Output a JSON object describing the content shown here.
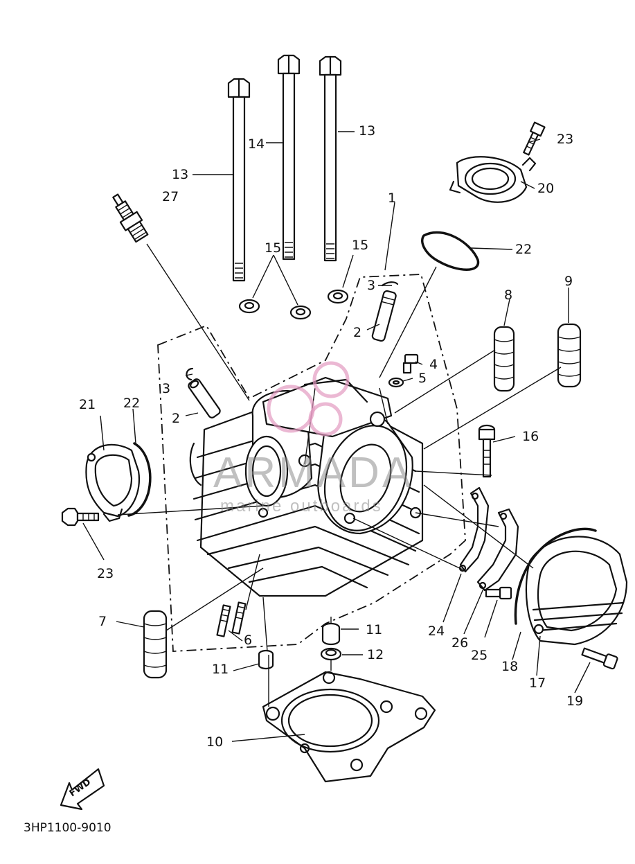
{
  "diagram": {
    "part_labels": {
      "p1": "1",
      "p2a": "2",
      "p2b": "2",
      "p3a": "3",
      "p3b": "3",
      "p4": "4",
      "p5": "5",
      "p6": "6",
      "p7": "7",
      "p8": "8",
      "p9": "9",
      "p10": "10",
      "p11a": "11",
      "p11b": "11",
      "p12": "12",
      "p13a": "13",
      "p13b": "13",
      "p14": "14",
      "p15a": "15",
      "p15b": "15",
      "p16": "16",
      "p17": "17",
      "p18": "18",
      "p19": "19",
      "p20": "20",
      "p21": "21",
      "p22a": "22",
      "p22b": "22",
      "p23a": "23",
      "p23b": "23",
      "p24": "24",
      "p25": "25",
      "p26": "26",
      "p27": "27"
    },
    "fwd_label": "FWD",
    "drawing_code": "3HP1100-9010"
  },
  "watermark": {
    "brand": "ARMADA",
    "tagline": "marine outboards",
    "color": "#e29ac0"
  }
}
